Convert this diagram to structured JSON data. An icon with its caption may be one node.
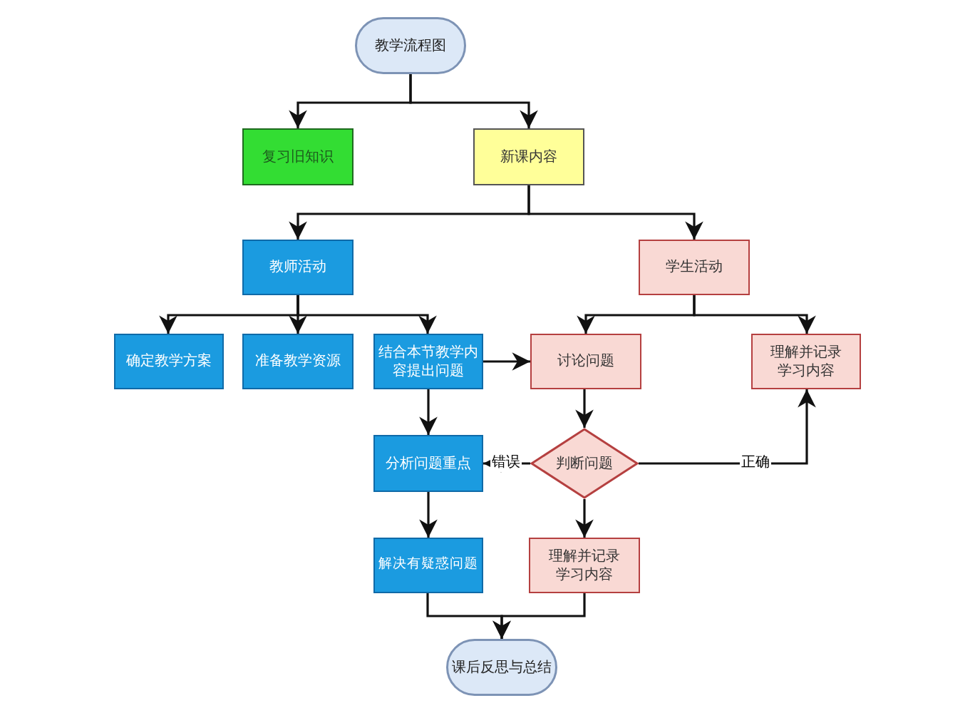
{
  "diagram": {
    "nodes": [
      {
        "text": [
          "教学流程图"
        ]
      },
      {
        "text": [
          "复习旧知识"
        ]
      },
      {
        "text": [
          "新课内容"
        ]
      },
      {
        "text": [
          "教师活动"
        ]
      },
      {
        "text": [
          "学生活动"
        ]
      },
      {
        "text": [
          "确定教学方案"
        ]
      },
      {
        "text": [
          "准备教学资源"
        ]
      },
      {
        "text": [
          "结合本节教学内容提出问题"
        ]
      },
      {
        "text": [
          "讨论问题"
        ]
      },
      {
        "text": [
          "理解并记录学习内容"
        ]
      },
      {
        "text": [
          "分析问题重点"
        ]
      },
      {
        "text": [
          "判断问题"
        ]
      },
      {
        "text": [
          "解决有疑惑问题"
        ]
      },
      {
        "text": [
          "理解并记录学习内容"
        ]
      },
      {
        "text": [
          "课后反思与总结"
        ]
      }
    ],
    "edges": [
      {
        "from": 0,
        "to": 1,
        "arrow": "to"
      },
      {
        "from": 0,
        "to": 2,
        "arrow": "to"
      },
      {
        "from": 2,
        "to": 3,
        "arrow": "to"
      },
      {
        "from": 2,
        "to": 4,
        "arrow": "to"
      },
      {
        "from": 3,
        "to": 5,
        "arrow": "to"
      },
      {
        "from": 3,
        "to": 6,
        "arrow": "to"
      },
      {
        "from": 3,
        "to": 7,
        "arrow": "to"
      },
      {
        "from": 4,
        "to": 8,
        "arrow": "to"
      },
      {
        "from": 4,
        "to": 9,
        "arrow": "to"
      },
      {
        "from": 7,
        "to": 8,
        "arrow": "to"
      },
      {
        "from": 7,
        "to": 10,
        "arrow": "to"
      },
      {
        "from": 8,
        "to": 11,
        "arrow": "to"
      },
      {
        "from": 11,
        "to": 10,
        "arrow": "to",
        "label": "错误"
      },
      {
        "from": 11,
        "to": 9,
        "arrow": "to",
        "label": "正确"
      },
      {
        "from": 11,
        "to": 13,
        "arrow": "to"
      },
      {
        "from": 10,
        "to": 12,
        "arrow": "to"
      },
      {
        "from": 12,
        "to": 14,
        "arrow": "to"
      },
      {
        "from": 13,
        "to": 14,
        "arrow": "to"
      }
    ]
  }
}
